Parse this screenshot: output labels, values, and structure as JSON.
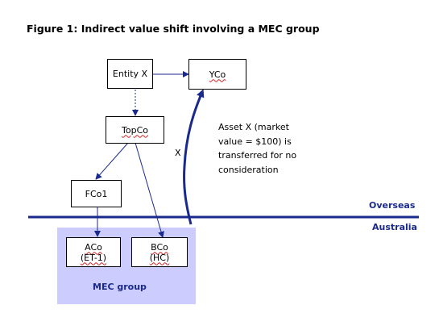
{
  "title": "Figure 1: Indirect value shift involving a MEC group",
  "entities": {
    "entity_x": {
      "label": "Entity X"
    },
    "yco": {
      "label": "YCo"
    },
    "topco": {
      "label": "TopCo"
    },
    "fco1": {
      "label": "FCo1"
    },
    "aco": {
      "label": "ACo",
      "sub": "(ET-1)"
    },
    "bco": {
      "label": "BCo",
      "sub": "(HC)"
    }
  },
  "asset_note": [
    "Asset X (market",
    "value = $100) is",
    "transferred for no",
    "consideration"
  ],
  "transfer_label": "X",
  "regions": {
    "overseas": "Overseas",
    "australia": "Australia"
  },
  "mec_group_label": "MEC group",
  "colors": {
    "accent": "#1a2a8c",
    "mec_fill": "#ccccff",
    "wavy_underline": "#d02020"
  }
}
